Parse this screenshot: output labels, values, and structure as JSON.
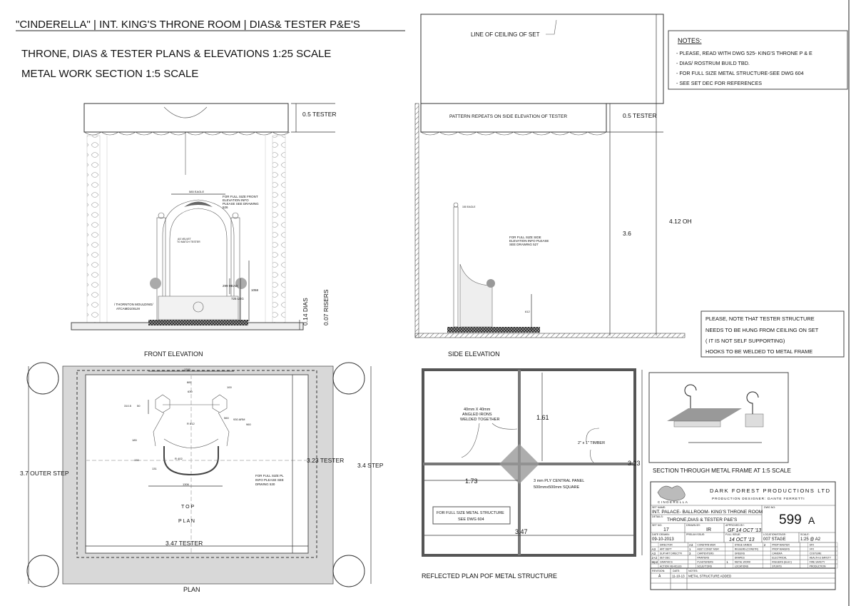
{
  "header": {
    "title": "\"CINDERELLA\" | INT. KING'S THRONE ROOM | DIAS& TESTER P&E'S",
    "subtitle1": "THRONE, DIAS & TESTER PLANS & ELEVATIONS 1:25 SCALE",
    "subtitle2": "METAL WORK SECTION 1:5 SCALE"
  },
  "front_elevation": {
    "label": "FRONT ELEVATION",
    "tester_dim": "0.5 TESTER",
    "dias_dim": "0.14 DIAS",
    "risers_dim": "0.07 RISERS",
    "eagle_dim": "585 EAGLE",
    "note": [
      "FOR FULL SIZE FRONT",
      "ELEVATION INFO",
      "PLEASE SEE DRAWING",
      "526"
    ],
    "velvet_note": [
      "AS VELVET",
      "TO MATCH TESTER"
    ],
    "head_dim": "299 HEAD",
    "leg_dim": "725 LEG",
    "height_dim": "1058",
    "moulding_note": [
      "/ THORNTON MOULDING/",
      "ATCAMD10SL9I"
    ]
  },
  "side_elevation": {
    "label": "SIDE ELEVATION",
    "ceiling_label": "LINE OF CEILING OF SET",
    "pattern_note": "PATTERN REPEATS ON SIDE ELEVATION OF TESTER",
    "tester_dim": "0.5 TESTER",
    "height_dim": "3.6",
    "overall_dim": "4.12 OH",
    "note": [
      "FOR FULL SIZE SIDE",
      "ELEVATION INFO PLEASE",
      "SEE DRAWING 527"
    ],
    "seat_dim": "612",
    "finial_dim": "150 EAGLE"
  },
  "notes": {
    "heading": "NOTES:",
    "items": [
      "- PLEASE, READ WITH DWG 525- KING'S THRONE P & E",
      "- DIAS/ ROSTRUM BUILD TBD.",
      "- FOR FULL SIZE METAL STRUCTURE-SEE DWG 604",
      "- SEE SET DEC FOR REFERENCES"
    ]
  },
  "tester_note": [
    "PLEASE, NOTE THAT TESTER STRUCTURE",
    "NEEDS TO BE HUNG FROM CEILING ON SET",
    "( IT IS NOT SELF SUPPORTING)",
    "HOOKS TO BE WELDED TO METAL FRAME"
  ],
  "plan": {
    "label": "PLAN",
    "top_plan": [
      "T O P",
      "P L A N"
    ],
    "outer_step": "3.7 OUTER STEP",
    "tester_height": "3.23 TESTER",
    "step": "3.4 STEP",
    "tester_width": "3.47 TESTER",
    "dims": [
      "1200",
      "881",
      "630",
      "310.5",
      "50",
      "100",
      "560",
      "930 ARM",
      "960",
      "R 612",
      "185",
      "150",
      "131",
      "1306",
      "R 402"
    ],
    "note": [
      "FOR FULL SIZE PL",
      "INFO PLEASE SEE",
      "DRWING 530"
    ]
  },
  "reflected_plan": {
    "label": "REFLECTED PLAN POF METAL STRUCTURE",
    "angle_note": [
      "40mm X 40mm",
      "ANGLED IRONS",
      "WELDED TOGETHER"
    ],
    "timber_note": "2\" x 1\" TIMBER",
    "panel_note": [
      "3 mm PLY CENTRAL PANEL",
      "500mmx500mm SQUARE"
    ],
    "box_note": [
      "FOR FULL SIZE METAL STRUCTURE",
      "SEE DWG 604"
    ],
    "dim_half_height": "1.61",
    "dim_half_width": "1.73",
    "dim_width": "3.47",
    "dim_height": "3.23"
  },
  "section": {
    "label": "SECTION THROUGH METAL FRAME AT 1:5 SCALE"
  },
  "title_block": {
    "company": "DARK FOREST PRODUCTIONS LTD",
    "designer": "PRODUCTION DESIGNER:  DANTE FERRETTI",
    "logo_text": "CINDERELLA",
    "set_name_label": "SET NAME:",
    "set_name": "INT. PALACE- BALLROOM- KING'S THRONE ROOM",
    "details_label": "DETAILS:",
    "details": "THRONE,DIAS & TESTER P&E'S",
    "dwg_no_label": "DWG NO:",
    "dwg_no": "599",
    "dwg_rev": "A",
    "set_no_label": "SET NO:",
    "set_no": "17",
    "drawn_by_label": "DRAWN BY:",
    "drawn_by": "IR",
    "approved_label": "APPROVED BY:",
    "approved": "GF 14 OCT '13",
    "date_drawn_label": "DATE DRAWN:",
    "date_drawn": "09-10-2013",
    "prelim_label": "PRELIM ISSUE:",
    "full_issue_label": "FULL ISSUE:",
    "full_issue": "14 OCT '13",
    "location_label": "LOCATION/STAGE:",
    "location": "007 STAGE",
    "scale_label": "SCALE:",
    "scale": "1:25 @ A2",
    "distribution": [
      [
        {
          "mark": "",
          "label": "DIRECTOR"
        },
        {
          "mark": "A3",
          "label": "CONSTRN MGR"
        },
        {
          "mark": "",
          "label": "STAGE HANDS"
        },
        {
          "mark": "2",
          "label": "PROP MASTER"
        },
        {
          "mark": "",
          "label": "SFX"
        }
      ],
      [
        {
          "mark": "A3",
          "label": "ART DEPT"
        },
        {
          "mark": "1",
          "label": "ASST CONST MGR"
        },
        {
          "mark": "",
          "label": "RIGGERS (CONSTR)"
        },
        {
          "mark": "",
          "label": "PROP MAKERS"
        },
        {
          "mark": "",
          "label": "VFX"
        }
      ],
      [
        {
          "mark": "A3",
          "label": "SUP ART DIRECT'R"
        },
        {
          "mark": "3",
          "label": "CARPENTERS"
        },
        {
          "mark": "",
          "label": "GREENS"
        },
        {
          "mark": "",
          "label": "CAMERA"
        },
        {
          "mark": "",
          "label": "COSTUME"
        }
      ],
      [
        {
          "mark": "2+2",
          "label": "SET DEC"
        },
        {
          "mark": "",
          "label": "PAINTERS"
        },
        {
          "mark": "",
          "label": "DRAPES"
        },
        {
          "mark": "",
          "label": "ELECTRICAL"
        },
        {
          "mark": "",
          "label": "HEALTH & SAFETY"
        }
      ],
      [
        {
          "mark": "Mp2",
          "label": "GRAPHICS"
        },
        {
          "mark": "",
          "label": "PLASTERERS"
        },
        {
          "mark": "1",
          "label": "METAL WORK"
        },
        {
          "mark": "",
          "label": "RIGGERS (ELEC)"
        },
        {
          "mark": "",
          "label": "FIRE SAFETY"
        }
      ],
      [
        {
          "mark": "",
          "label": "ACTION VEHICLES"
        },
        {
          "mark": "",
          "label": "SCULPTORS"
        },
        {
          "mark": "",
          "label": "LOCATIONS"
        },
        {
          "mark": "",
          "label": "STUNTS"
        },
        {
          "mark": "",
          "label": "PRODUCTION"
        }
      ]
    ],
    "revision_headers": {
      "revision": "REVISION:",
      "date": "DATE:",
      "notes": "NOTES:"
    },
    "revisions": [
      {
        "rev": "A",
        "date": "11-10-13",
        "note": "METAL STRUCTURE ADDED"
      }
    ]
  }
}
